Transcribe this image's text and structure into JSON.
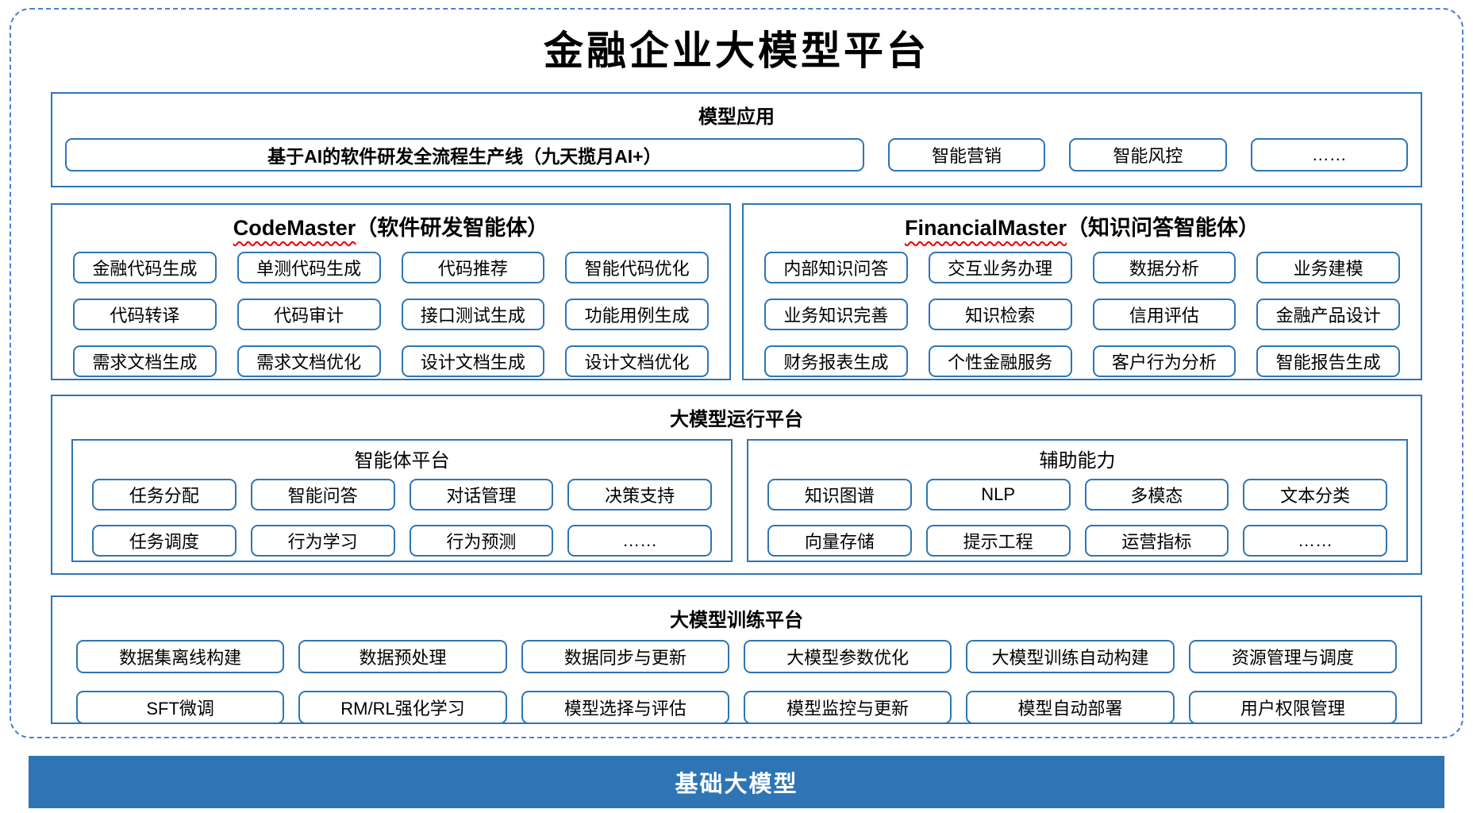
{
  "title": "金融企业大模型平台",
  "colors": {
    "section_border": "#2E75B6",
    "outer_dashed_border": "#4A7ED0",
    "wavy_underline": "#E60000",
    "foundation_bar_bg": "#2E75B6",
    "foundation_bar_text": "#FFFFFF"
  },
  "app_section": {
    "header": "模型应用",
    "main_box": "基于AI的软件研发全流程生产线（九天揽月AI+）",
    "boxes": [
      "智能营销",
      "智能风控",
      "……"
    ]
  },
  "codemaster": {
    "title_en": "CodeMaster",
    "title_cn": "（软件研发智能体）",
    "boxes": [
      "金融代码生成",
      "单测代码生成",
      "代码推荐",
      "智能代码优化",
      "代码转译",
      "代码审计",
      "接口测试生成",
      "功能用例生成",
      "需求文档生成",
      "需求文档优化",
      "设计文档生成",
      "设计文档优化"
    ]
  },
  "financialmaster": {
    "title_en": "FinancialMaster",
    "title_cn": "（知识问答智能体）",
    "boxes": [
      "内部知识问答",
      "交互业务办理",
      "数据分析",
      "业务建模",
      "业务知识完善",
      "知识检索",
      "信用评估",
      "金融产品设计",
      "财务报表生成",
      "个性金融服务",
      "客户行为分析",
      "智能报告生成"
    ]
  },
  "runtime_platform": {
    "header": "大模型运行平台",
    "agent_platform": {
      "header": "智能体平台",
      "boxes": [
        "任务分配",
        "智能问答",
        "对话管理",
        "决策支持",
        "任务调度",
        "行为学习",
        "行为预测",
        "……"
      ]
    },
    "aux_capability": {
      "header": "辅助能力",
      "boxes": [
        "知识图谱",
        "NLP",
        "多模态",
        "文本分类",
        "向量存储",
        "提示工程",
        "运营指标",
        "……"
      ]
    }
  },
  "training_platform": {
    "header": "大模型训练平台",
    "boxes": [
      "数据集离线构建",
      "数据预处理",
      "数据同步与更新",
      "大模型参数优化",
      "大模型训练自动构建",
      "资源管理与调度",
      "SFT微调",
      "RM/RL强化学习",
      "模型选择与评估",
      "模型监控与更新",
      "模型自动部署",
      "用户权限管理"
    ]
  },
  "foundation_bar": {
    "label": "基础大模型"
  }
}
